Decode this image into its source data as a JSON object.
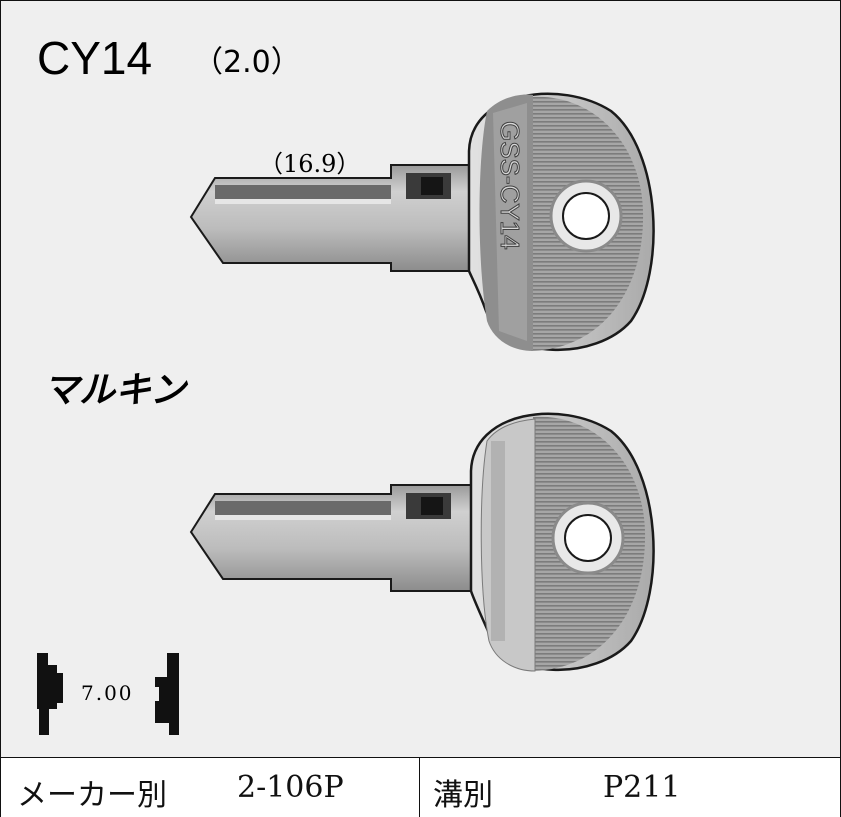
{
  "header": {
    "model": "CY14",
    "thickness_note": "（2.0）"
  },
  "key_top": {
    "length_label": "（16.9）",
    "stamp_text": "GSS-CY14"
  },
  "maker_name": "マルキン",
  "cross_section": {
    "value_label": "7.00"
  },
  "footer": {
    "maker_label": "メーカー別",
    "maker_value": "2-106P",
    "groove_label": "溝別",
    "groove_value": "P211"
  },
  "colors": {
    "background": "#efefef",
    "key_light": "#bdbdbd",
    "key_mid": "#9a9a9a",
    "key_dark": "#4a4a4a",
    "outline": "#1a1a1a"
  }
}
